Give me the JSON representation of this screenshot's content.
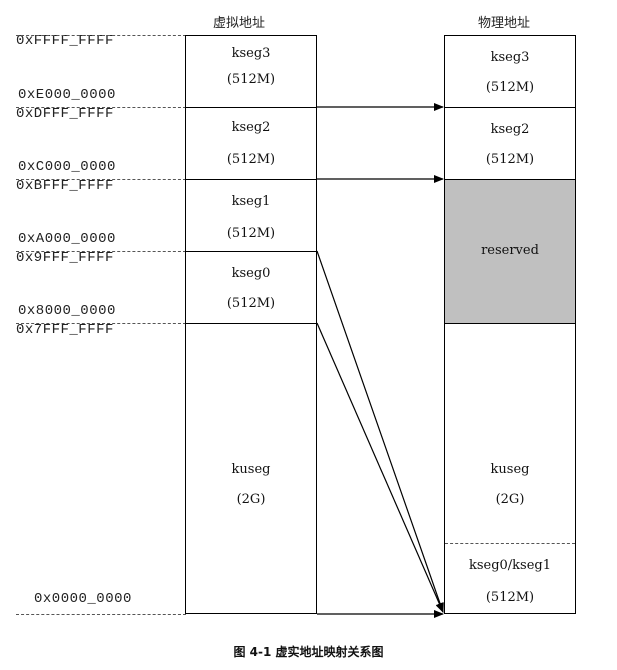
{
  "virtual_title": "虚拟地址",
  "physical_title": "物理地址",
  "addresses": {
    "a0": "0xFFFF_FFFF",
    "a1": "0xE000_0000",
    "a2": "0xDFFF_FFFF",
    "a3": "0xC000_0000",
    "a4": "0xBFFF_FFFF",
    "a5": "0xA000_0000",
    "a6": "0x9FFF_FFFF",
    "a7": "0x8000_0000",
    "a8": "0x7FFF_FFFF",
    "a9": "0x0000_0000"
  },
  "virtual": {
    "kseg3": {
      "name": "kseg3",
      "size": "(512M)"
    },
    "kseg2": {
      "name": "kseg2",
      "size": "(512M)"
    },
    "kseg1": {
      "name": "kseg1",
      "size": "(512M)"
    },
    "kseg0": {
      "name": "kseg0",
      "size": "(512M)"
    },
    "kuseg": {
      "name": "kuseg",
      "size": "(2G)"
    }
  },
  "physical": {
    "kseg3": {
      "name": "kseg3",
      "size": "(512M)"
    },
    "kseg2": {
      "name": "kseg2",
      "size": "(512M)"
    },
    "reserved": {
      "name": "reserved",
      "fill": "#c0c0c0"
    },
    "kuseg": {
      "name": "kuseg",
      "size": "(2G)"
    },
    "kseg01": {
      "name": "kseg0/kseg1",
      "size": "(512M)"
    }
  },
  "caption": "图 4-1 虚实地址映射关系图"
}
